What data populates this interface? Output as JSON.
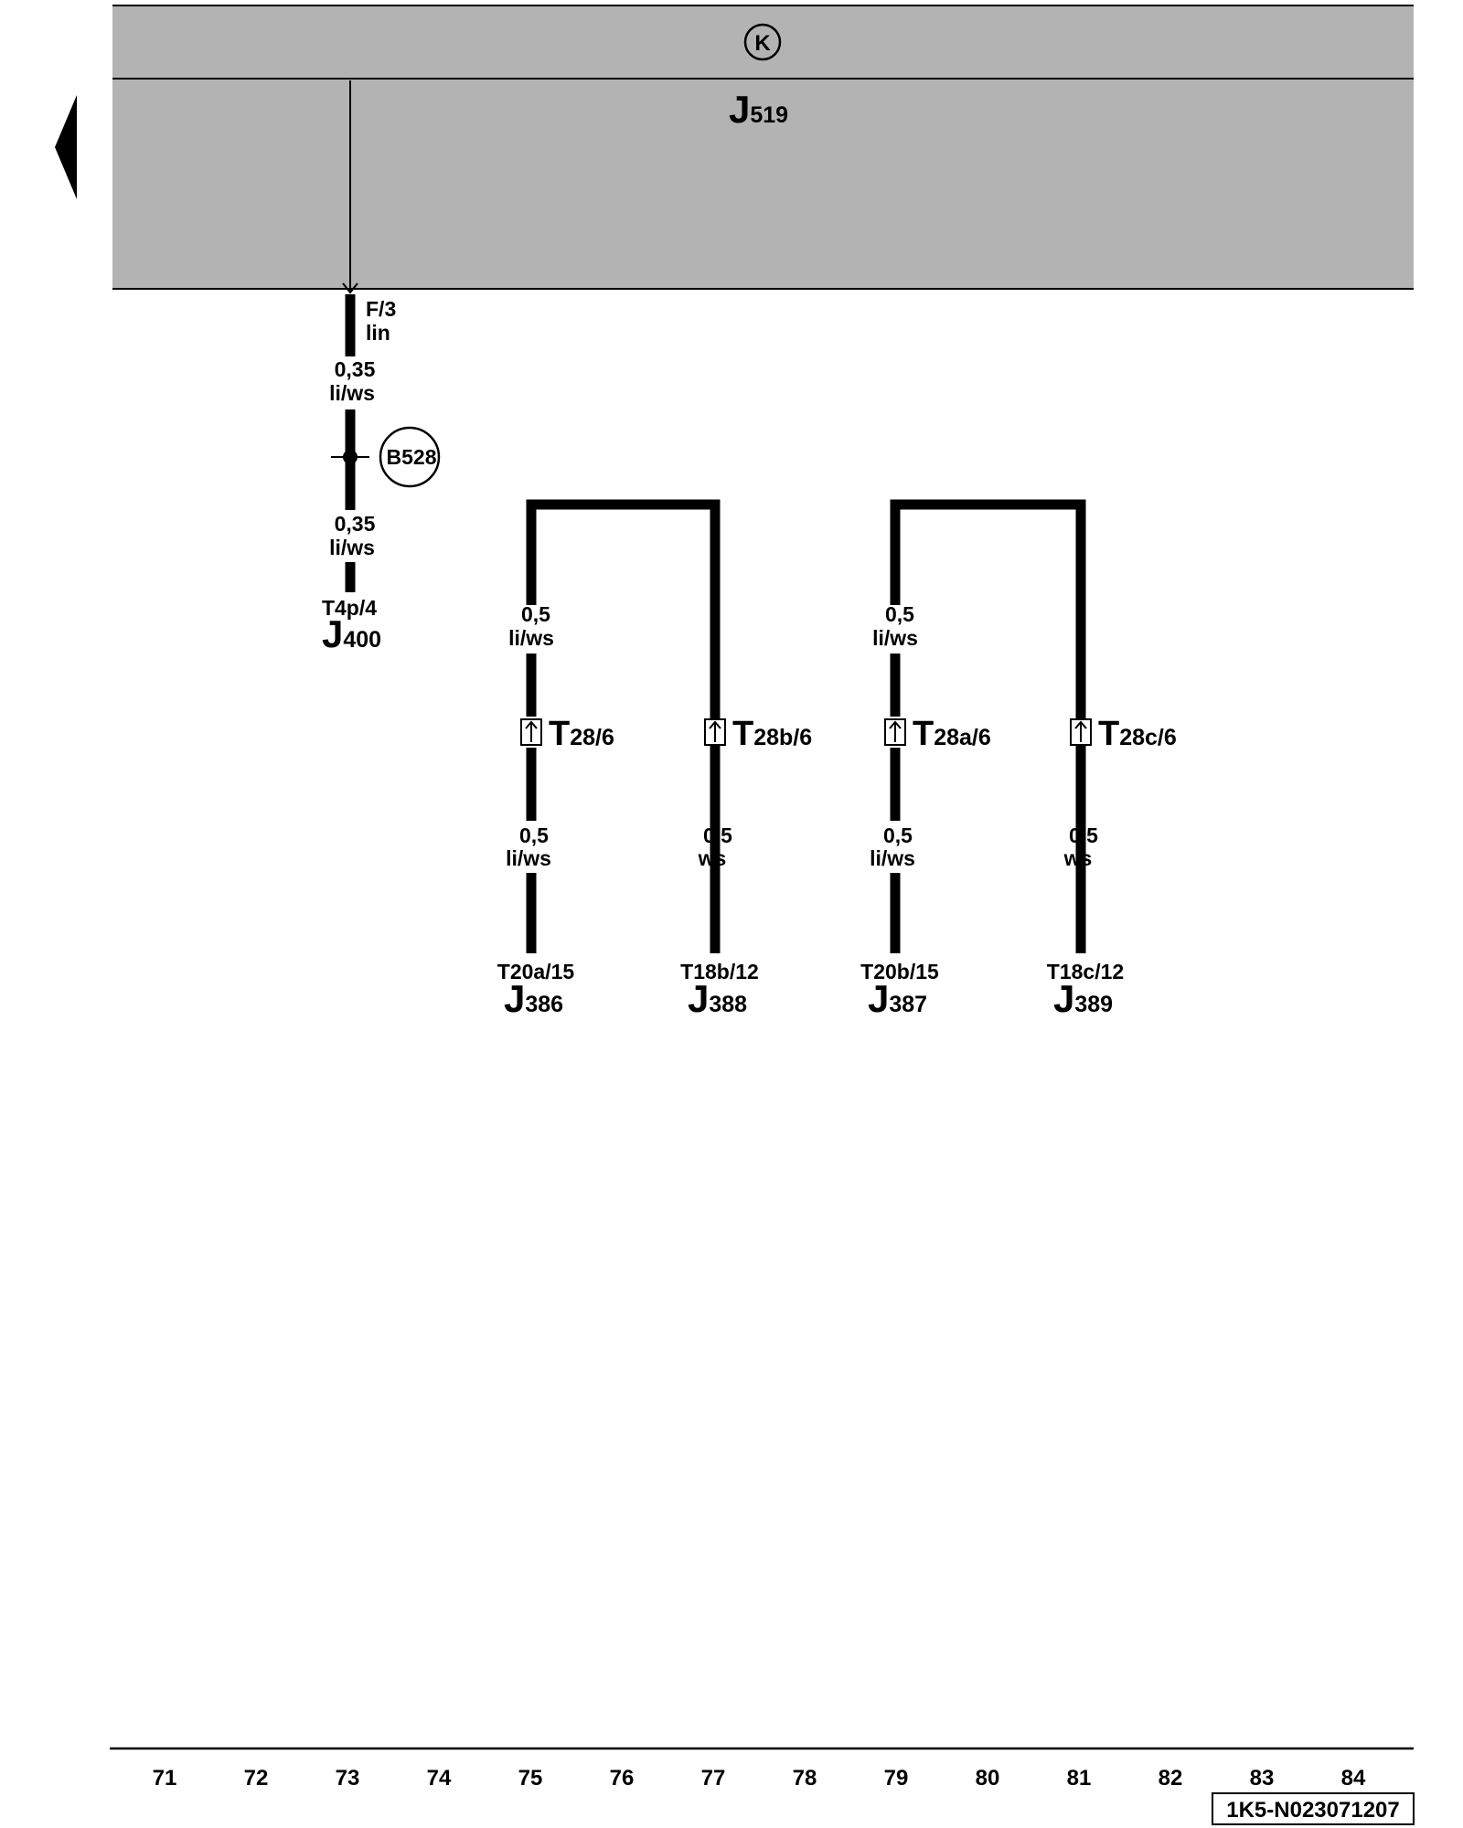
{
  "control_unit": {
    "symbol_letter": "K",
    "designation_prefix": "J",
    "designation_number": "519"
  },
  "j400_branch": {
    "pin_label": "F/3",
    "pin_sub": "lin",
    "wire_upper_size": "0,35",
    "wire_upper_color": "li/ws",
    "splice_label": "B528",
    "wire_lower_size": "0,35",
    "wire_lower_color": "li/ws",
    "connector": "T4p/4",
    "unit_prefix": "J",
    "unit_number": "400"
  },
  "branches": [
    {
      "top_wire_size": "0,5",
      "top_wire_color": "li/ws",
      "conn_prefix": "T",
      "conn_suffix": "28/6",
      "bottom_wire_size": "0,5",
      "bottom_wire_color": "li/ws",
      "terminal": "T20a/15",
      "unit_prefix": "J",
      "unit_number": "386"
    },
    {
      "top_wire_size": "",
      "top_wire_color": "",
      "conn_prefix": "T",
      "conn_suffix": "28b/6",
      "bottom_wire_size": "0,5",
      "bottom_wire_color": "ws",
      "terminal": "T18b/12",
      "unit_prefix": "J",
      "unit_number": "388"
    },
    {
      "top_wire_size": "0,5",
      "top_wire_color": "li/ws",
      "conn_prefix": "T",
      "conn_suffix": "28a/6",
      "bottom_wire_size": "0,5",
      "bottom_wire_color": "li/ws",
      "terminal": "T20b/15",
      "unit_prefix": "J",
      "unit_number": "387"
    },
    {
      "top_wire_size": "",
      "top_wire_color": "",
      "conn_prefix": "T",
      "conn_suffix": "28c/6",
      "bottom_wire_size": "0,5",
      "bottom_wire_color": "ws",
      "terminal": "T18c/12",
      "unit_prefix": "J",
      "unit_number": "389"
    }
  ],
  "footer": {
    "columns": [
      "71",
      "72",
      "73",
      "74",
      "75",
      "76",
      "77",
      "78",
      "79",
      "80",
      "81",
      "82",
      "83",
      "84"
    ],
    "document_id": "1K5-N023071207"
  },
  "colors": {
    "unit_fill": "#b3b3b3",
    "line": "#000000",
    "background": "#ffffff"
  }
}
